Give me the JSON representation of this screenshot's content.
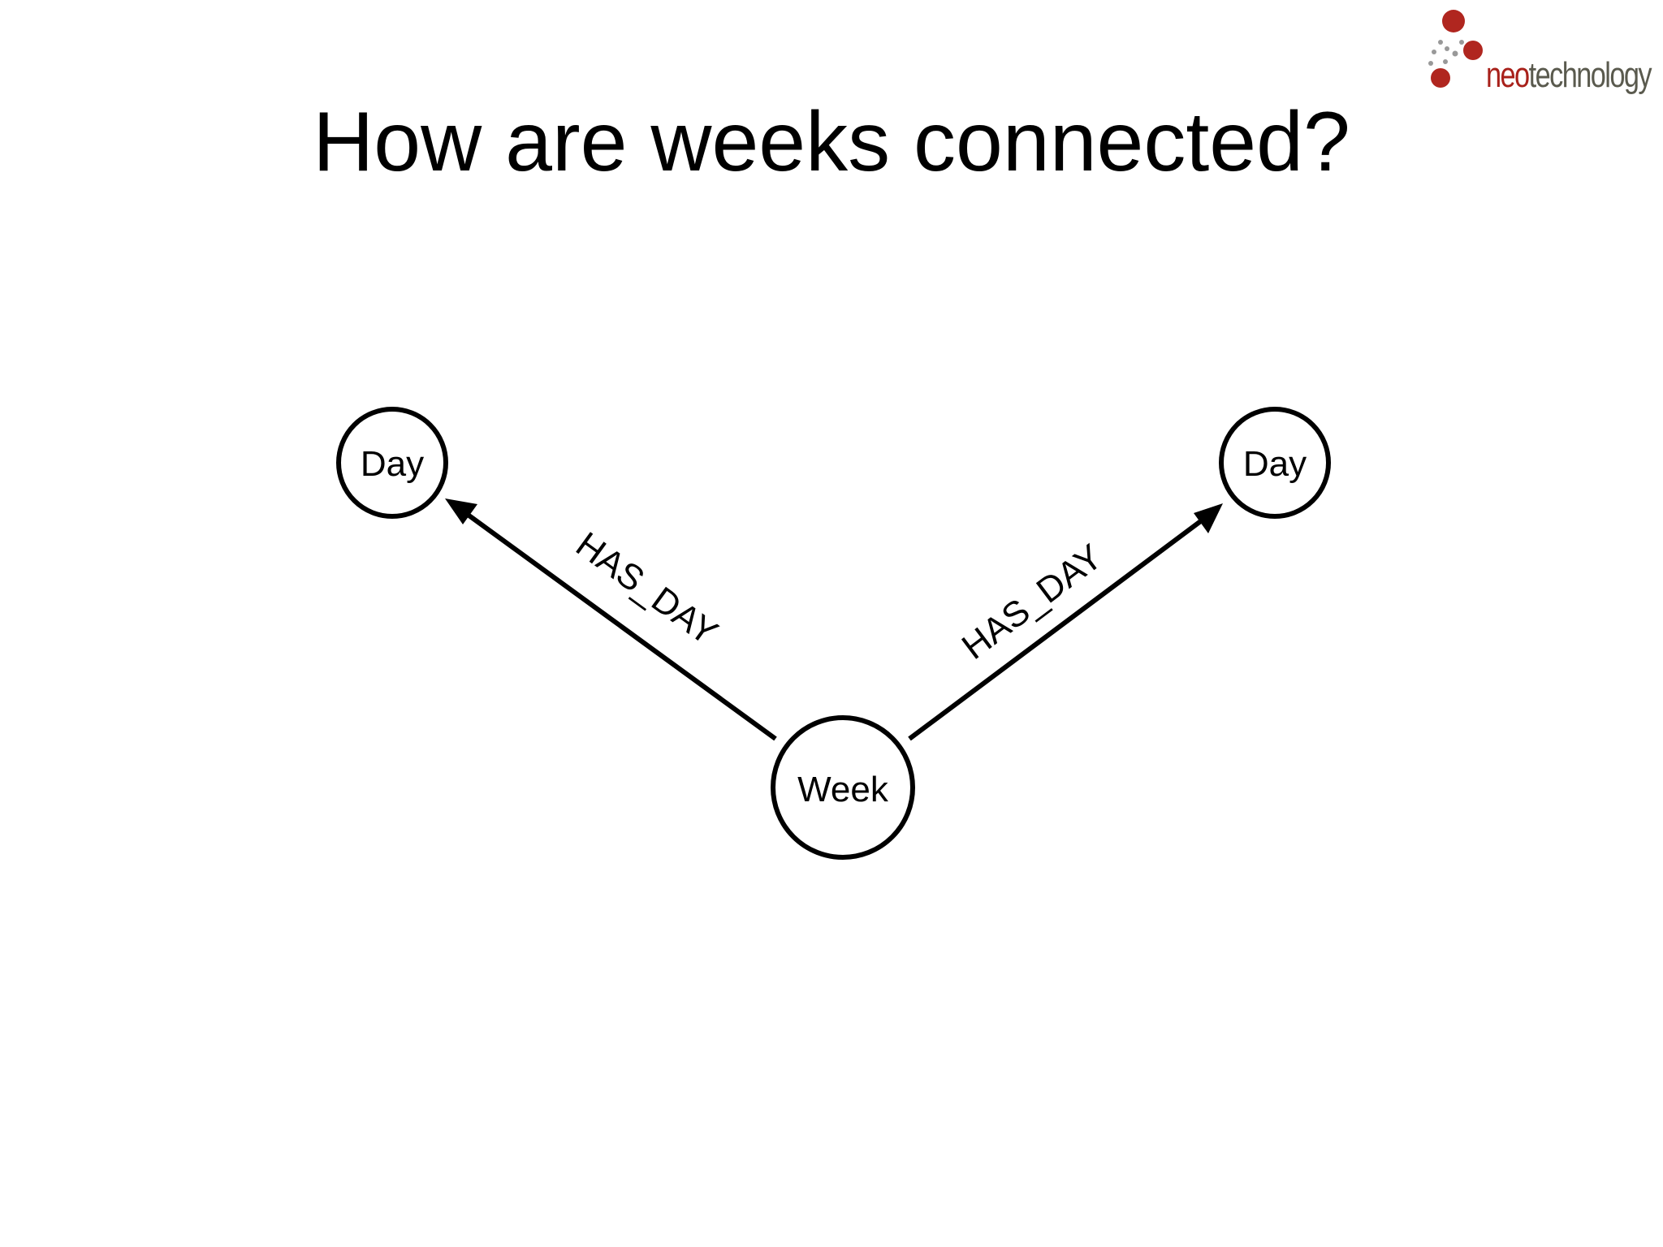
{
  "slide": {
    "title": "How are weeks connected?"
  },
  "logo": {
    "neo": "neo",
    "technology": "technology"
  },
  "colors": {
    "brand_red": "#a8201a",
    "brand_gray": "#5a5a4e",
    "ink": "#000000"
  },
  "diagram": {
    "nodes": {
      "day_left": {
        "label": "Day"
      },
      "day_right": {
        "label": "Day"
      },
      "week": {
        "label": "Week"
      }
    },
    "edges": {
      "left": {
        "label": "HAS_DAY",
        "from": "Week",
        "to": "Day"
      },
      "right": {
        "label": "HAS_DAY",
        "from": "Week",
        "to": "Day"
      }
    }
  }
}
